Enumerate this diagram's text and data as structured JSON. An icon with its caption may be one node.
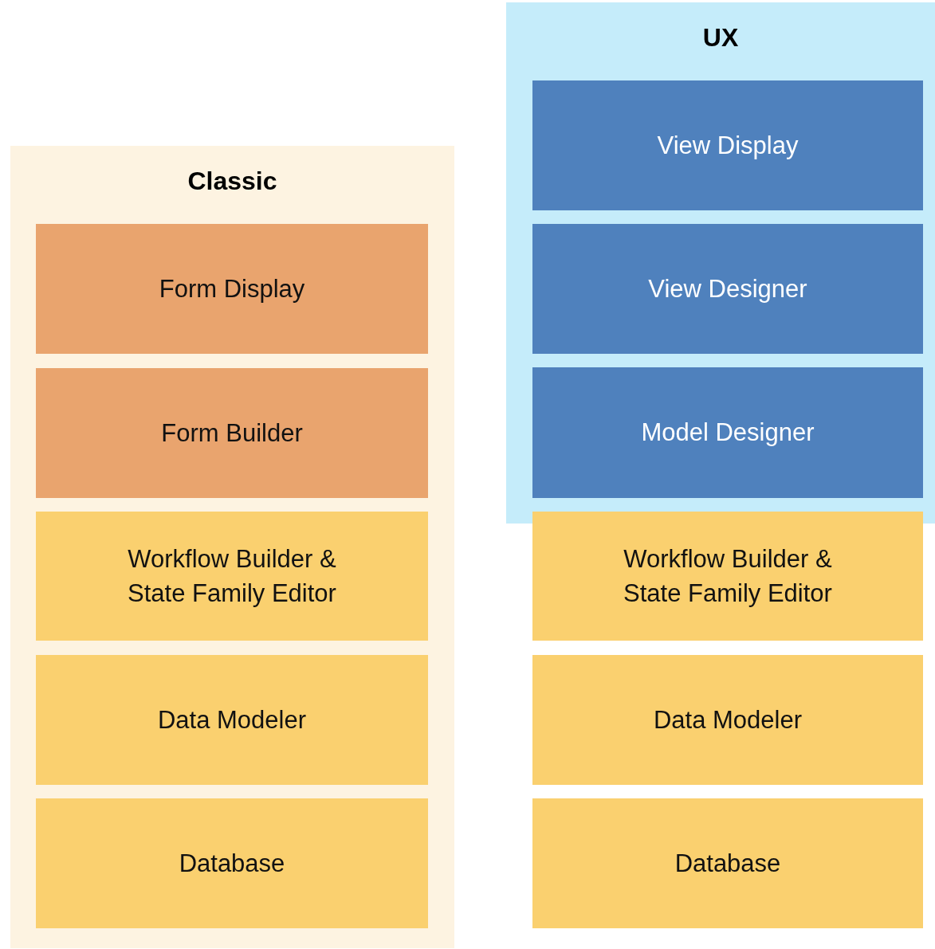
{
  "diagram": {
    "nodes": [
      {
        "text": [
          "Classic"
        ]
      },
      {
        "text": [
          "Form Display"
        ],
        "in": 0
      },
      {
        "text": [
          "Form Builder"
        ],
        "in": 0
      },
      {
        "text": [
          "Workflow Builder & State Family Editor"
        ],
        "in": 0
      },
      {
        "text": [
          "Data Modeler"
        ],
        "in": 0
      },
      {
        "text": [
          "Database"
        ],
        "in": 0
      },
      {
        "text": [
          "UX"
        ]
      },
      {
        "text": [
          "View Display"
        ],
        "in": 6
      },
      {
        "text": [
          "View Designer"
        ],
        "in": 6
      },
      {
        "text": [
          "Model Designer"
        ],
        "in": 6
      },
      {
        "text": [
          "Workflow Builder & State Family Editor"
        ]
      },
      {
        "text": [
          "Data Modeler"
        ]
      },
      {
        "text": [
          "Database"
        ]
      }
    ]
  }
}
